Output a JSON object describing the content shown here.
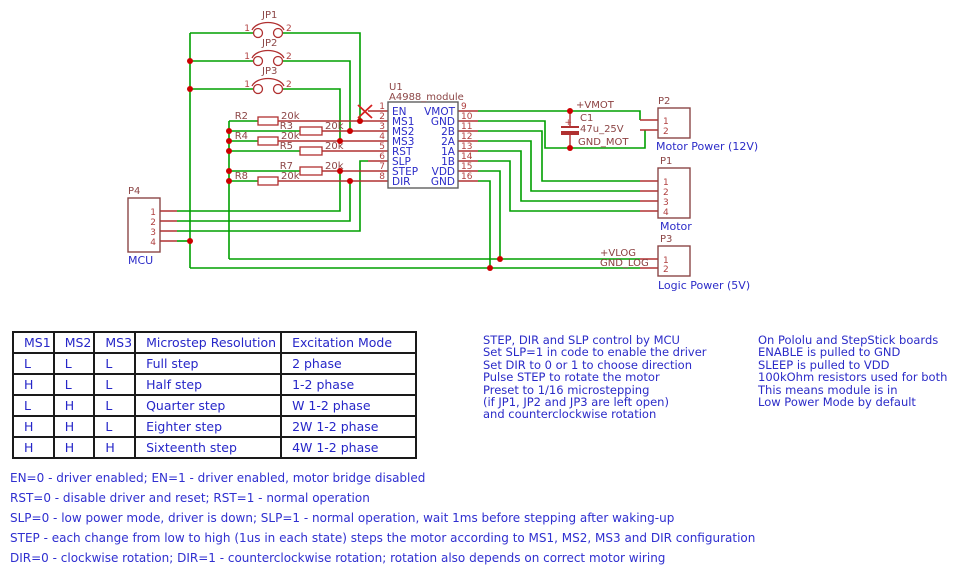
{
  "sch": {
    "u1": {
      "ref": "U1",
      "value": "A4988_module",
      "pins_left": [
        {
          "n": "1",
          "name": "EN"
        },
        {
          "n": "2",
          "name": "MS1"
        },
        {
          "n": "3",
          "name": "MS2"
        },
        {
          "n": "4",
          "name": "MS3"
        },
        {
          "n": "5",
          "name": "RST"
        },
        {
          "n": "6",
          "name": "SLP"
        },
        {
          "n": "7",
          "name": "STEP"
        },
        {
          "n": "8",
          "name": "DIR"
        }
      ],
      "pins_right": [
        {
          "n": "9",
          "name": "VMOT"
        },
        {
          "n": "10",
          "name": "GND"
        },
        {
          "n": "11",
          "name": "2B"
        },
        {
          "n": "12",
          "name": "2A"
        },
        {
          "n": "13",
          "name": "1A"
        },
        {
          "n": "14",
          "name": "1B"
        },
        {
          "n": "15",
          "name": "VDD"
        },
        {
          "n": "16",
          "name": "GND"
        }
      ]
    },
    "jumpers": [
      {
        "ref": "JP1",
        "p1": "1",
        "p2": "2"
      },
      {
        "ref": "JP2",
        "p1": "1",
        "p2": "2"
      },
      {
        "ref": "JP3",
        "p1": "1",
        "p2": "2"
      }
    ],
    "resistors": [
      {
        "ref": "R2",
        "value": "20k"
      },
      {
        "ref": "R3",
        "value": "20k"
      },
      {
        "ref": "R4",
        "value": "20k"
      },
      {
        "ref": "R5",
        "value": "20k"
      },
      {
        "ref": "R7",
        "value": "20k"
      },
      {
        "ref": "R8",
        "value": "20k"
      }
    ],
    "cap": {
      "ref": "C1",
      "value": "47u_25V",
      "polarity": "+"
    },
    "nets": {
      "vmot": "+VMOT",
      "gnd_mot": "GND_MOT",
      "vlog": "+VLOG",
      "gnd_log": "GND_LOG"
    },
    "p2": {
      "ref": "P2",
      "label": "Motor Power (12V)",
      "pins": [
        "1",
        "2"
      ]
    },
    "p1": {
      "ref": "P1",
      "label": "Motor",
      "pins": [
        "1",
        "2",
        "3",
        "4"
      ]
    },
    "p3": {
      "ref": "P3",
      "label": "Logic Power (5V)",
      "pins": [
        "1",
        "2"
      ]
    },
    "p4": {
      "ref": "P4",
      "label": "MCU",
      "pins": [
        "1",
        "2",
        "3",
        "4"
      ]
    }
  },
  "table": {
    "headers": [
      "MS1",
      "MS2",
      "MS3",
      "Microstep Resolution",
      "Excitation Mode"
    ],
    "rows": [
      [
        "L",
        "L",
        "L",
        "Full step",
        "2 phase"
      ],
      [
        "H",
        "L",
        "L",
        "Half step",
        "1-2 phase"
      ],
      [
        "L",
        "H",
        "L",
        "Quarter step",
        "W 1-2 phase"
      ],
      [
        "H",
        "H",
        "L",
        "Eighter step",
        "2W 1-2 phase"
      ],
      [
        "H",
        "H",
        "H",
        "Sixteenth step",
        "4W 1-2 phase"
      ]
    ]
  },
  "notes_mcu": [
    "STEP, DIR and SLP control by MCU",
    "Set SLP=1 in code to enable the driver",
    "Set DIR to 0 or 1 to choose direction",
    "Pulse STEP to rotate the motor",
    "Preset to 1/16 microstepping",
    "(if JP1, JP2 and JP3 are left open)",
    "and counterclockwise rotation"
  ],
  "notes_boards": [
    "On Pololu and StepStick boards",
    "ENABLE is pulled to GND",
    "SLEEP is pulled to VDD",
    "100kOhm resistors used for both",
    "This means module is in",
    "Low Power Mode by default"
  ],
  "notes_bottom": [
    "EN=0 - driver enabled; EN=1 - driver enabled, motor bridge disabled",
    "RST=0 - disable driver and reset; RST=1 - normal operation",
    "SLP=0 - low power mode, driver is down; SLP=1 - normal operation, wait 1ms before stepping after waking-up",
    "STEP - each change from low to high (1us in each state) steps the motor according to MS1, MS2, MS3 and DIR configuration",
    "DIR=0 - clockwise rotation; DIR=1 - counterclockwise rotation; rotation also depends on correct motor wiring"
  ],
  "colors": {
    "wire_green": "#00a000",
    "symbol_red": "#b03030",
    "junction_red": "#cc0000",
    "text_blue": "#2b2bc8",
    "refdes_maroon": "#8c4646",
    "table_border": "#1a1a1a"
  }
}
